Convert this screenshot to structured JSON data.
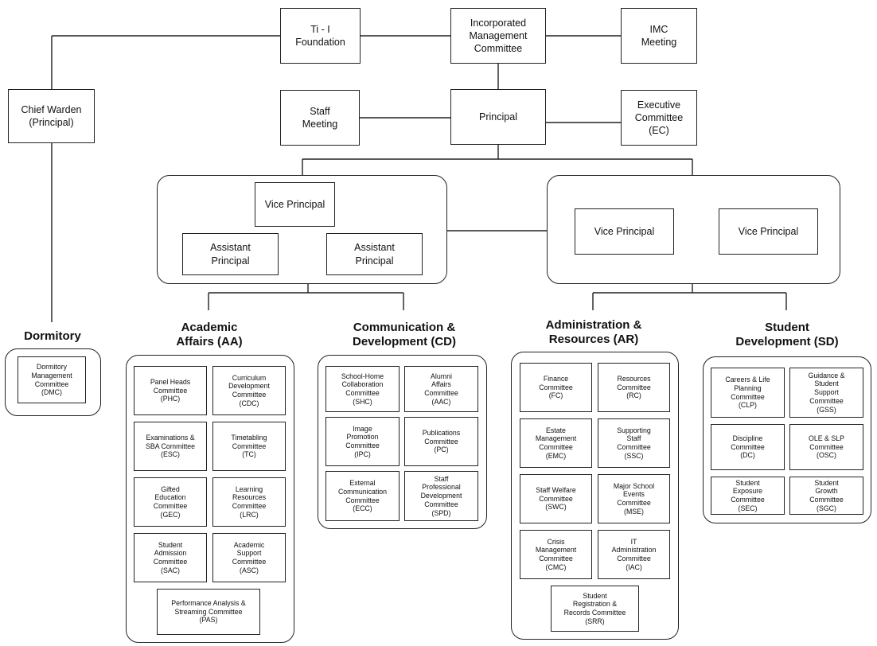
{
  "top": {
    "foundation": "Ti - I\nFoundation",
    "imc": "Incorporated\nManagement\nCommittee",
    "imc_meeting": "IMC\nMeeting",
    "chief_warden": "Chief Warden\n(Principal)",
    "staff_meeting": "Staff\nMeeting",
    "principal": "Principal",
    "executive_committee": "Executive\nCommittee\n(EC)"
  },
  "left_cluster": {
    "vice_principal": "Vice Principal",
    "assistant_principal_1": "Assistant\nPrincipal",
    "assistant_principal_2": "Assistant\nPrincipal"
  },
  "right_cluster": {
    "vice_principal_1": "Vice Principal",
    "vice_principal_2": "Vice Principal"
  },
  "dormitory": {
    "title": "Dormitory",
    "committees": [
      "Dormitory\nManagement\nCommittee\n(DMC)"
    ]
  },
  "academic_affairs": {
    "title": "Academic\nAffairs (AA)",
    "committees": [
      "Panel Heads\nCommittee\n(PHC)",
      "Curriculum\nDevelopment\nCommittee\n(CDC)",
      "Examinations &\nSBA Committee\n(ESC)",
      "Timetabling\nCommittee\n(TC)",
      "Gifted\nEducation\nCommittee\n(GEC)",
      "Learning\nResources\nCommittee\n(LRC)",
      "Student\nAdmission\nCommittee\n(SAC)",
      "Academic\nSupport\nCommittee\n(ASC)",
      "Performance Analysis &\nStreaming Committee\n(PAS)"
    ]
  },
  "communication_development": {
    "title": "Communication &\nDevelopment (CD)",
    "committees": [
      "School-Home\nCollaboration\nCommittee\n(SHC)",
      "Alumni\nAffairs\nCommittee\n(AAC)",
      "Image\nPromotion\nCommittee\n(IPC)",
      "Publications\nCommittee\n(PC)",
      "External\nCommunication\nCommittee\n(ECC)",
      "Staff\nProfessional\nDevelopment\nCommittee\n(SPD)"
    ]
  },
  "administration_resources": {
    "title": "Administration &\nResources (AR)",
    "committees": [
      "Finance\nCommittee\n(FC)",
      "Resources\nCommittee\n(RC)",
      "Estate\nManagement\nCommittee\n(EMC)",
      "Supporting\nStaff\nCommittee\n(SSC)",
      "Staff Welfare\nCommittee\n(SWC)",
      "Major School\nEvents\nCommittee\n(MSE)",
      "Crisis\nManagement\nCommittee\n(CMC)",
      "IT\nAdministration\nCommittee\n(IAC)",
      "Student\nRegistration &\nRecords Committee\n(SRR)"
    ]
  },
  "student_development": {
    "title": "Student\nDevelopment (SD)",
    "committees": [
      "Careers & Life\nPlanning\nCommittee\n(CLP)",
      "Guidance &\nStudent\nSupport\nCommittee\n(GSS)",
      "Discipline\nCommittee\n(DC)",
      "OLE & SLP\nCommittee\n(OSC)",
      "Student\nExposure\nCommittee\n(SEC)",
      "Student\nGrowth\nCommittee\n(SGC)"
    ]
  }
}
